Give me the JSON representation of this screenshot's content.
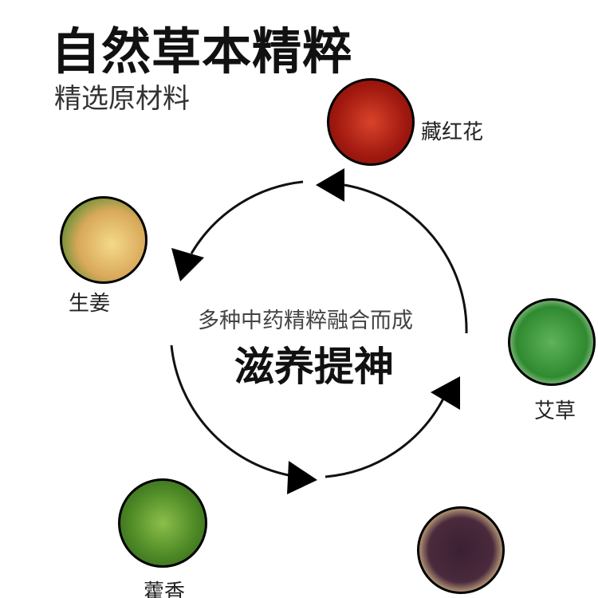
{
  "header": {
    "title": "自然草本精粹",
    "subtitle": "精选原材料"
  },
  "center": {
    "caption": "多种中药精粹融合而成",
    "headline": "滋养提神"
  },
  "ingredients": [
    {
      "label": "藏红花",
      "color": "#b8281c"
    },
    {
      "label": "生姜",
      "color": "#e8c46a"
    },
    {
      "label": "艾草",
      "color": "#3d9a3a"
    },
    {
      "label": "藿香",
      "color": "#5c8f2c"
    },
    {
      "color": "#3a2033"
    }
  ]
}
